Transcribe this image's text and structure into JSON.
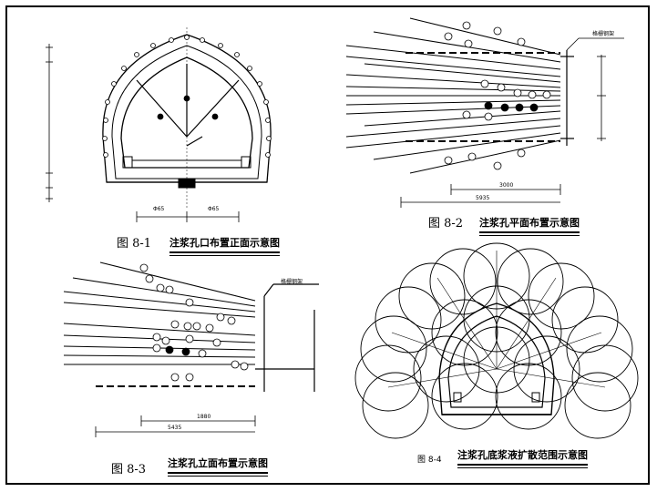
{
  "figures": {
    "fig1": {
      "number": "图 8-1",
      "title": "注浆孔口布置正面示意图",
      "dims": {
        "left": "Φ65",
        "right": "Φ65"
      }
    },
    "fig2": {
      "number": "图 8-2",
      "title": "注浆孔平面布置示意图",
      "arch_label": "格栅钢架",
      "dim_a": "3000",
      "dim_b": "5935"
    },
    "fig3": {
      "number": "图 8-3",
      "title": "注浆孔立面布置示意图",
      "arch_label": "格栅钢架",
      "dim_a": "1880",
      "dim_b": "5435"
    },
    "fig4": {
      "number": "图 8-4",
      "title": "注浆孔底浆液扩散范围示意图"
    }
  },
  "colors": {
    "ink": "#000000",
    "paper": "#ffffff"
  }
}
